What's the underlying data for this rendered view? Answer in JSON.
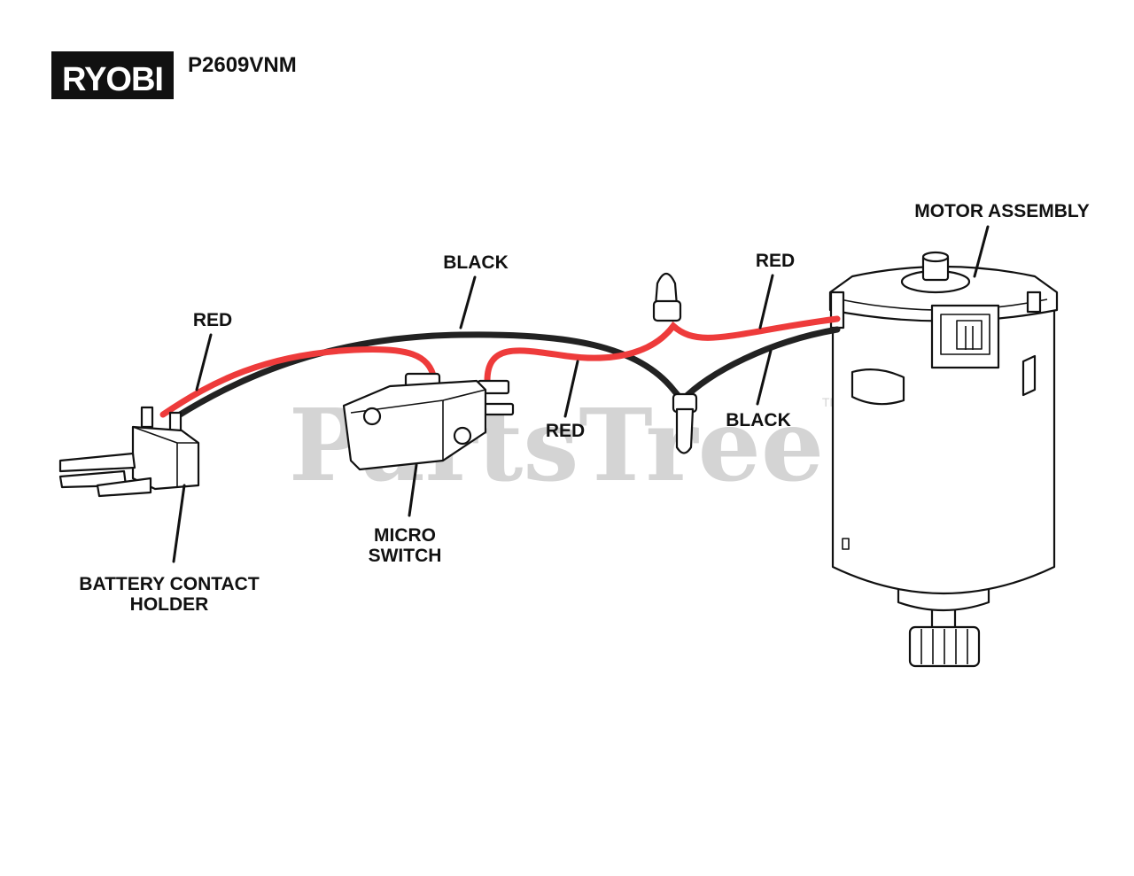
{
  "brand": {
    "logo_text": "RYOBI",
    "model": "P2609VNM"
  },
  "watermark": {
    "text": "PartsTree",
    "trademark": "TM"
  },
  "labels": {
    "red_battery": "RED",
    "black_top": "BLACK",
    "red_top": "RED",
    "motor_assembly": "MOTOR ASSEMBLY",
    "red_middle": "RED",
    "black_motor": "BLACK",
    "micro_switch_line1": "MICRO",
    "micro_switch_line2": "SWITCH",
    "battery_contact_line1": "BATTERY CONTACT",
    "battery_contact_line2": "HOLDER"
  },
  "colors": {
    "wire_red": "#ee3b3b",
    "wire_black": "#222222",
    "watermark": "#d4d4d4",
    "logo_bg": "#111111",
    "logo_text": "#ffffff"
  }
}
